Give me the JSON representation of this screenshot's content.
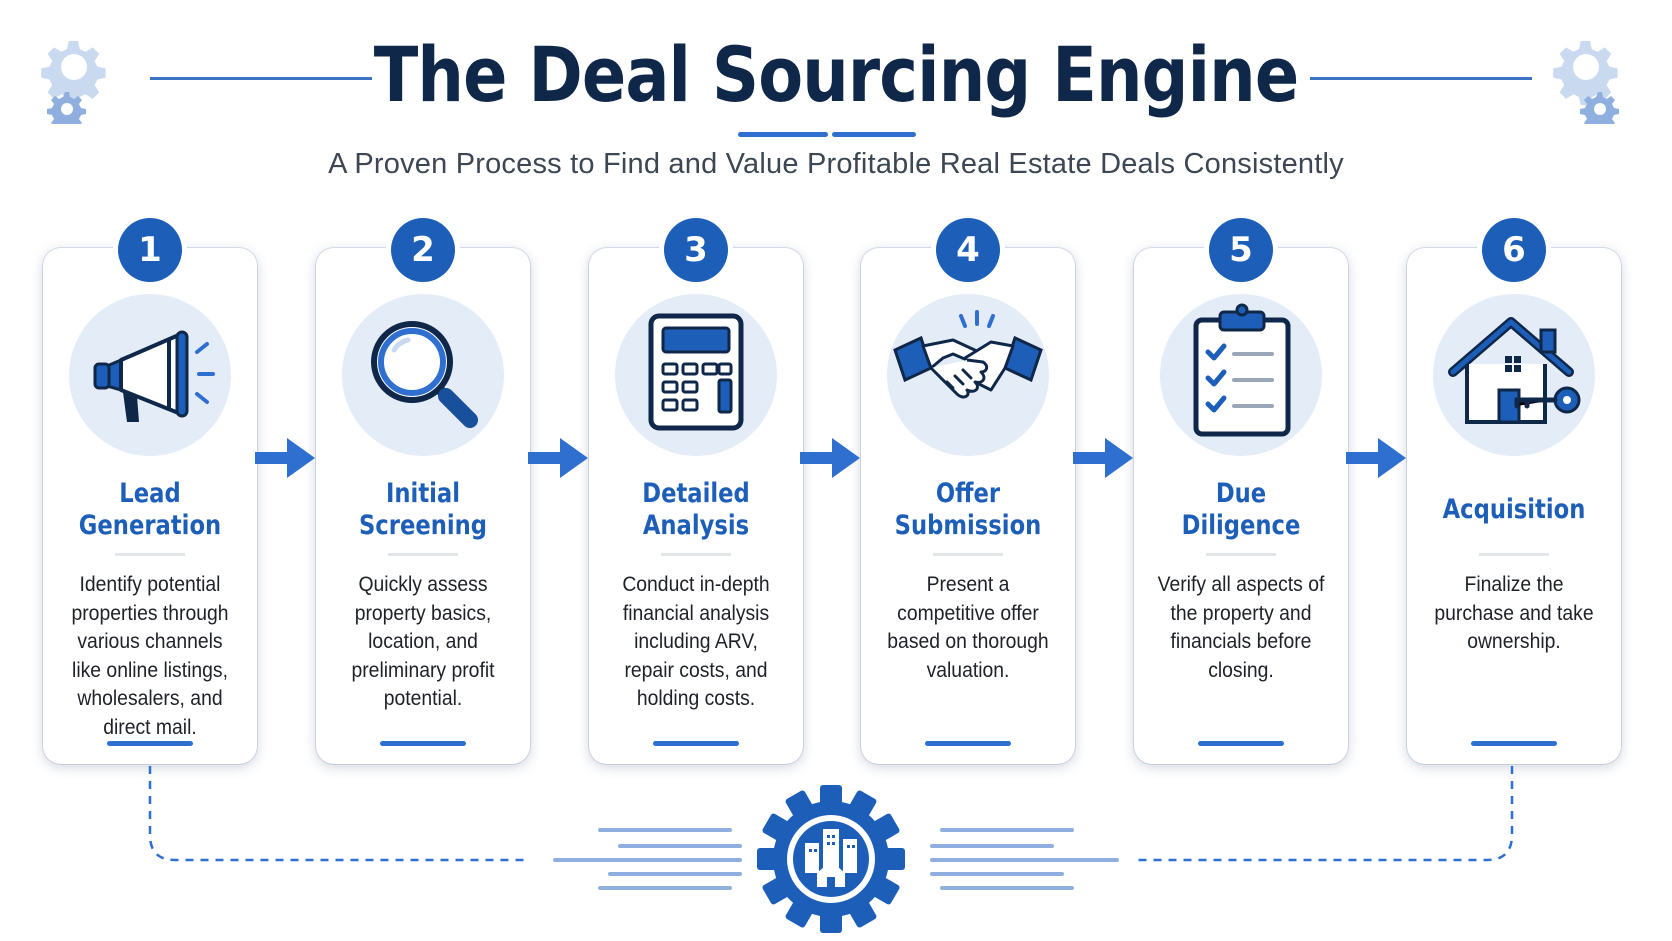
{
  "header": {
    "title": "The Deal Sourcing Engine",
    "subtitle": "A Proven Process to Find and Value Profitable Real Estate Deals Consistently"
  },
  "steps": [
    {
      "number": "1",
      "title": "Lead Generation",
      "description": "Identify potential properties through various channels like online listings, wholesalers, and direct mail.",
      "icon": "megaphone-icon"
    },
    {
      "number": "2",
      "title": "Initial Screening",
      "description": "Quickly assess property basics, location, and preliminary profit potential.",
      "icon": "magnifying-glass-icon"
    },
    {
      "number": "3",
      "title": "Detailed Analysis",
      "description": "Conduct in-depth financial analysis including ARV, repair costs, and holding costs.",
      "icon": "calculator-icon"
    },
    {
      "number": "4",
      "title": "Offer Submission",
      "description": "Present a competitive offer based on thorough valuation.",
      "icon": "handshake-icon"
    },
    {
      "number": "5",
      "title": "Due Diligence",
      "description": "Verify all aspects of the property and financials before closing.",
      "icon": "clipboard-checklist-icon"
    },
    {
      "number": "6",
      "title": "Acquisition",
      "description": "Finalize the purchase and take ownership.",
      "icon": "house-key-icon"
    }
  ],
  "colors": {
    "navy": "#0f2748",
    "primary": "#1d5fb8",
    "accent": "#2f6fd0",
    "light": "#e4ecf8"
  }
}
